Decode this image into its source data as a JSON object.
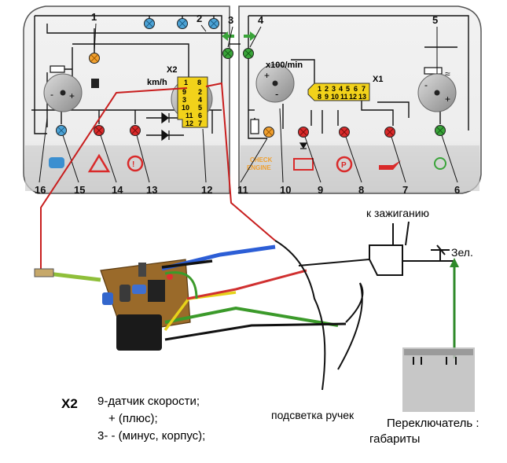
{
  "callouts": [
    "1",
    "2",
    "3",
    "4",
    "5",
    "6",
    "7",
    "8",
    "9",
    "10",
    "11",
    "12",
    "13",
    "14",
    "15",
    "16"
  ],
  "connector_x2": {
    "name": "X2",
    "unit": "km/h",
    "pins_left": [
      "9",
      "3",
      "10",
      "11",
      "12"
    ],
    "pins_right": [
      "2",
      "4",
      "5",
      "6",
      "7"
    ],
    "pin_top": [
      "1",
      "8"
    ]
  },
  "connector_x1": {
    "name": "X1",
    "unit": "x100/min",
    "pins_top": [
      "1",
      "2",
      "3",
      "4",
      "5",
      "6",
      "7"
    ],
    "pins_bottom": [
      "8",
      "9",
      "10",
      "11",
      "12",
      "13"
    ]
  },
  "panel_labels": {
    "check_engine_1": "CHECK",
    "check_engine_2": "ENGINE",
    "plus": "+",
    "minus": "-"
  },
  "annotations": {
    "ignition": "к зажиганию",
    "green": "Зел.",
    "handle_backlight": "подсветка ручек",
    "switch_1": "Переключатель :",
    "switch_2": "габариты"
  },
  "legend": {
    "title": "X2",
    "line1": "9-датчик скорости;",
    "line2": "+ (плюс);",
    "line3": "3- - (минус, корпус);"
  },
  "colors": {
    "panel": "#e6e6e6",
    "lamp_blue": "#4da3d6",
    "lamp_orange": "#f0a030",
    "lamp_red": "#d92a2a",
    "lamp_green": "#3aa43a",
    "connector": "#f2d21a",
    "wire_red": "#c81e1e",
    "pcb": "#9a6a2a",
    "relay": "#1a1a1a"
  }
}
